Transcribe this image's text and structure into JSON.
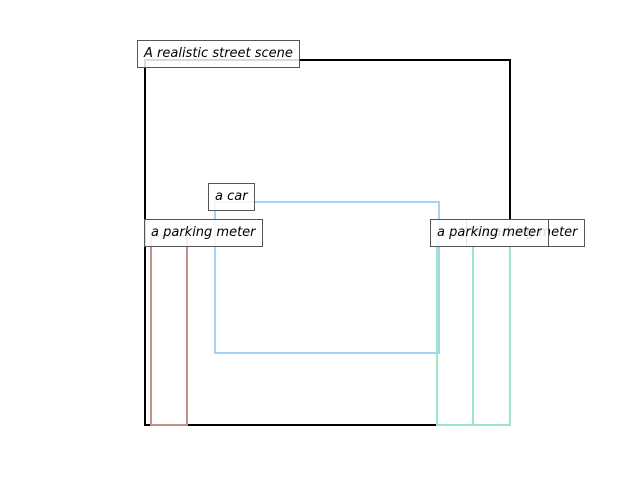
{
  "scene": {
    "caption": "A realistic street scene",
    "frame_color": "#000000"
  },
  "objects": [
    {
      "label": "a car",
      "color": "#a5d3f7"
    },
    {
      "label": "a parking meter",
      "color": "#c1928b"
    },
    {
      "label": "a parking meter",
      "color": "#9be6c4"
    },
    {
      "label": "a parking meter",
      "color": "#9be6c4"
    }
  ]
}
